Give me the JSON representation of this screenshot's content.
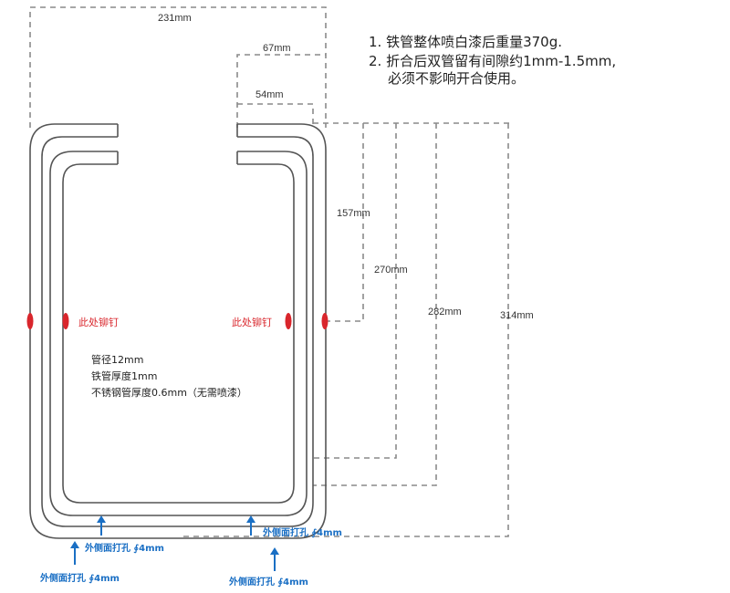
{
  "colors": {
    "rivet": "#d9262c",
    "hole_arrow": "#1a6fc4",
    "tube": "#555555",
    "dimension": "#8a8a8a"
  },
  "dimensions": {
    "overall_width": "231mm",
    "opening_outer": "67mm",
    "opening_inner": "54mm",
    "height_rivet": "157mm",
    "height_inner": "270mm",
    "height_middle": "282mm",
    "height_outer": "314mm"
  },
  "notes": [
    "1. 铁管整体喷白漆后重量370g.",
    "2. 折合后双管留有间隙约1mm-1.5mm,",
    "必须不影响开合使用。"
  ],
  "specs": [
    "管径12mm",
    "铁管厚度1mm",
    "不锈钢管厚度0.6mm（无需喷漆）"
  ],
  "rivet_labels": {
    "left": "此处铆钉",
    "right": "此处铆钉"
  },
  "hole_labels": {
    "a": "外侧面打孔 ∮4mm",
    "b": "外侧面打孔 ∮4mm",
    "c": "外侧面打孔 ∮4mm",
    "d": "外侧面打孔 ∮4mm"
  }
}
